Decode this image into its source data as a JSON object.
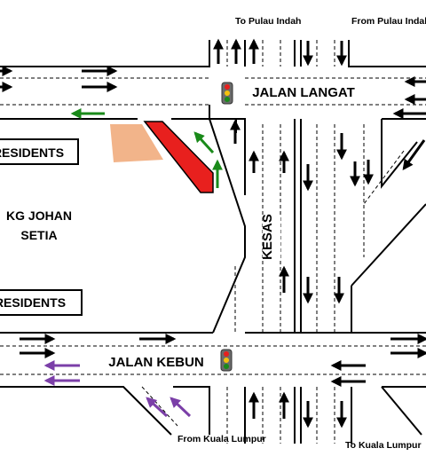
{
  "labels": {
    "to_pulau_indah": "To Pulau Indah",
    "from_pulau_indah": "From Pulau Indah",
    "jalan_langat": "JALAN LANGAT",
    "residents_top": "RESIDENTS",
    "kg_johan_1": "KG JOHAN",
    "kg_johan_2": "SETIA",
    "residents_bottom": "RESIDENTS",
    "kesas": "KESAS",
    "jalan_kebun": "JALAN KEBUN",
    "from_kuala_lumpur": "From Kuala Lumpur",
    "to_kuala_lumpur": "To Kuala Lumpur"
  },
  "colors": {
    "road_line": "#000000",
    "green_arrow": "#1a8a1a",
    "purple_arrow": "#7b3fa8",
    "red_zone": "#e8201e",
    "orange_zone": "#f2b48a",
    "traffic_light_body": "#6b6b6b"
  },
  "icons": {
    "traffic_light_top": "traffic-light-icon",
    "traffic_light_bottom": "traffic-light-icon"
  }
}
